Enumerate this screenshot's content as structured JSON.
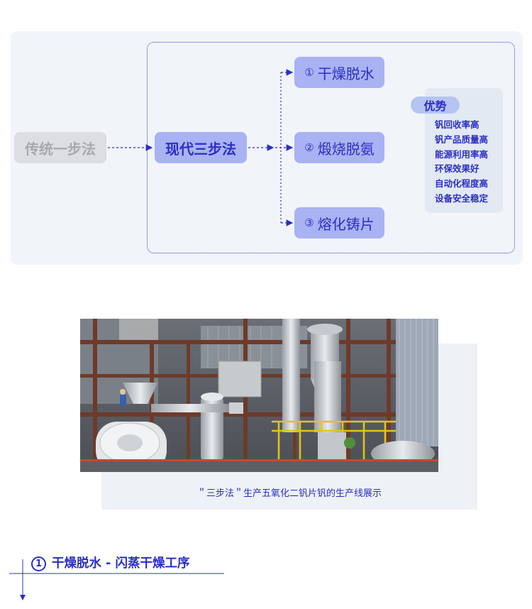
{
  "diagram": {
    "traditional": "传统一步法",
    "modern": "现代三步法",
    "steps": [
      {
        "num": "①",
        "label": "干燥脱水"
      },
      {
        "num": "②",
        "label": "煅烧脱氨"
      },
      {
        "num": "③",
        "label": "熔化铸片"
      }
    ],
    "advantages": {
      "title": "优势",
      "items": [
        "钒回收率高",
        "钒产品质量高",
        "能源利用率高",
        "环保效果好",
        "自动化程度高",
        "设备安全稳定"
      ]
    }
  },
  "photo": {
    "caption": "＂三步法＂生产五氧化二钒片钒的生产线展示"
  },
  "section": {
    "num": "1",
    "title": "干燥脱水 - 闪蒸干燥工序"
  },
  "colors": {
    "accent": "#2b2fc4",
    "pill_active": "#a9b2f3",
    "pill_inactive": "#dcdee1",
    "panel_bg": "#f1f4f9"
  }
}
